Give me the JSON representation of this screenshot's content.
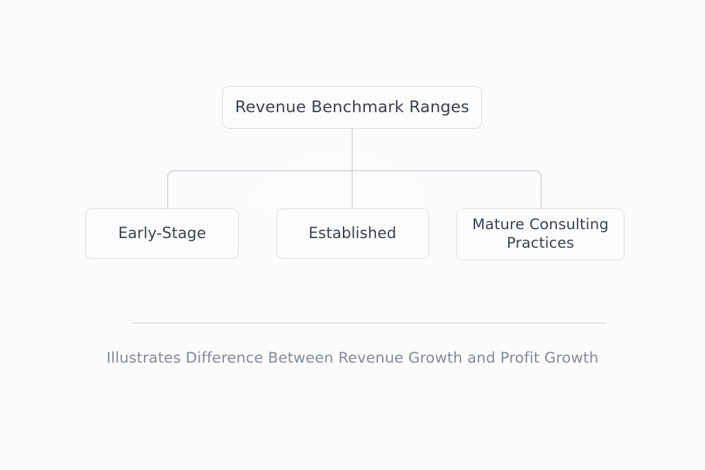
{
  "diagram": {
    "root": {
      "label": "Revenue Benchmark Ranges"
    },
    "children": [
      {
        "label": "Early-Stage"
      },
      {
        "label": "Established"
      },
      {
        "label": "Mature Consulting\nPractices"
      }
    ],
    "caption": "Illustrates Difference Between Revenue Growth and Profit Growth"
  },
  "colors": {
    "background": "#fcfcfd",
    "node_fill": "#fdfdfe",
    "node_border": "#d9dde5",
    "node_text": "#3a4250",
    "connector": "#ccd1da",
    "divider": "#c9ced8",
    "caption_text": "#828a99"
  }
}
